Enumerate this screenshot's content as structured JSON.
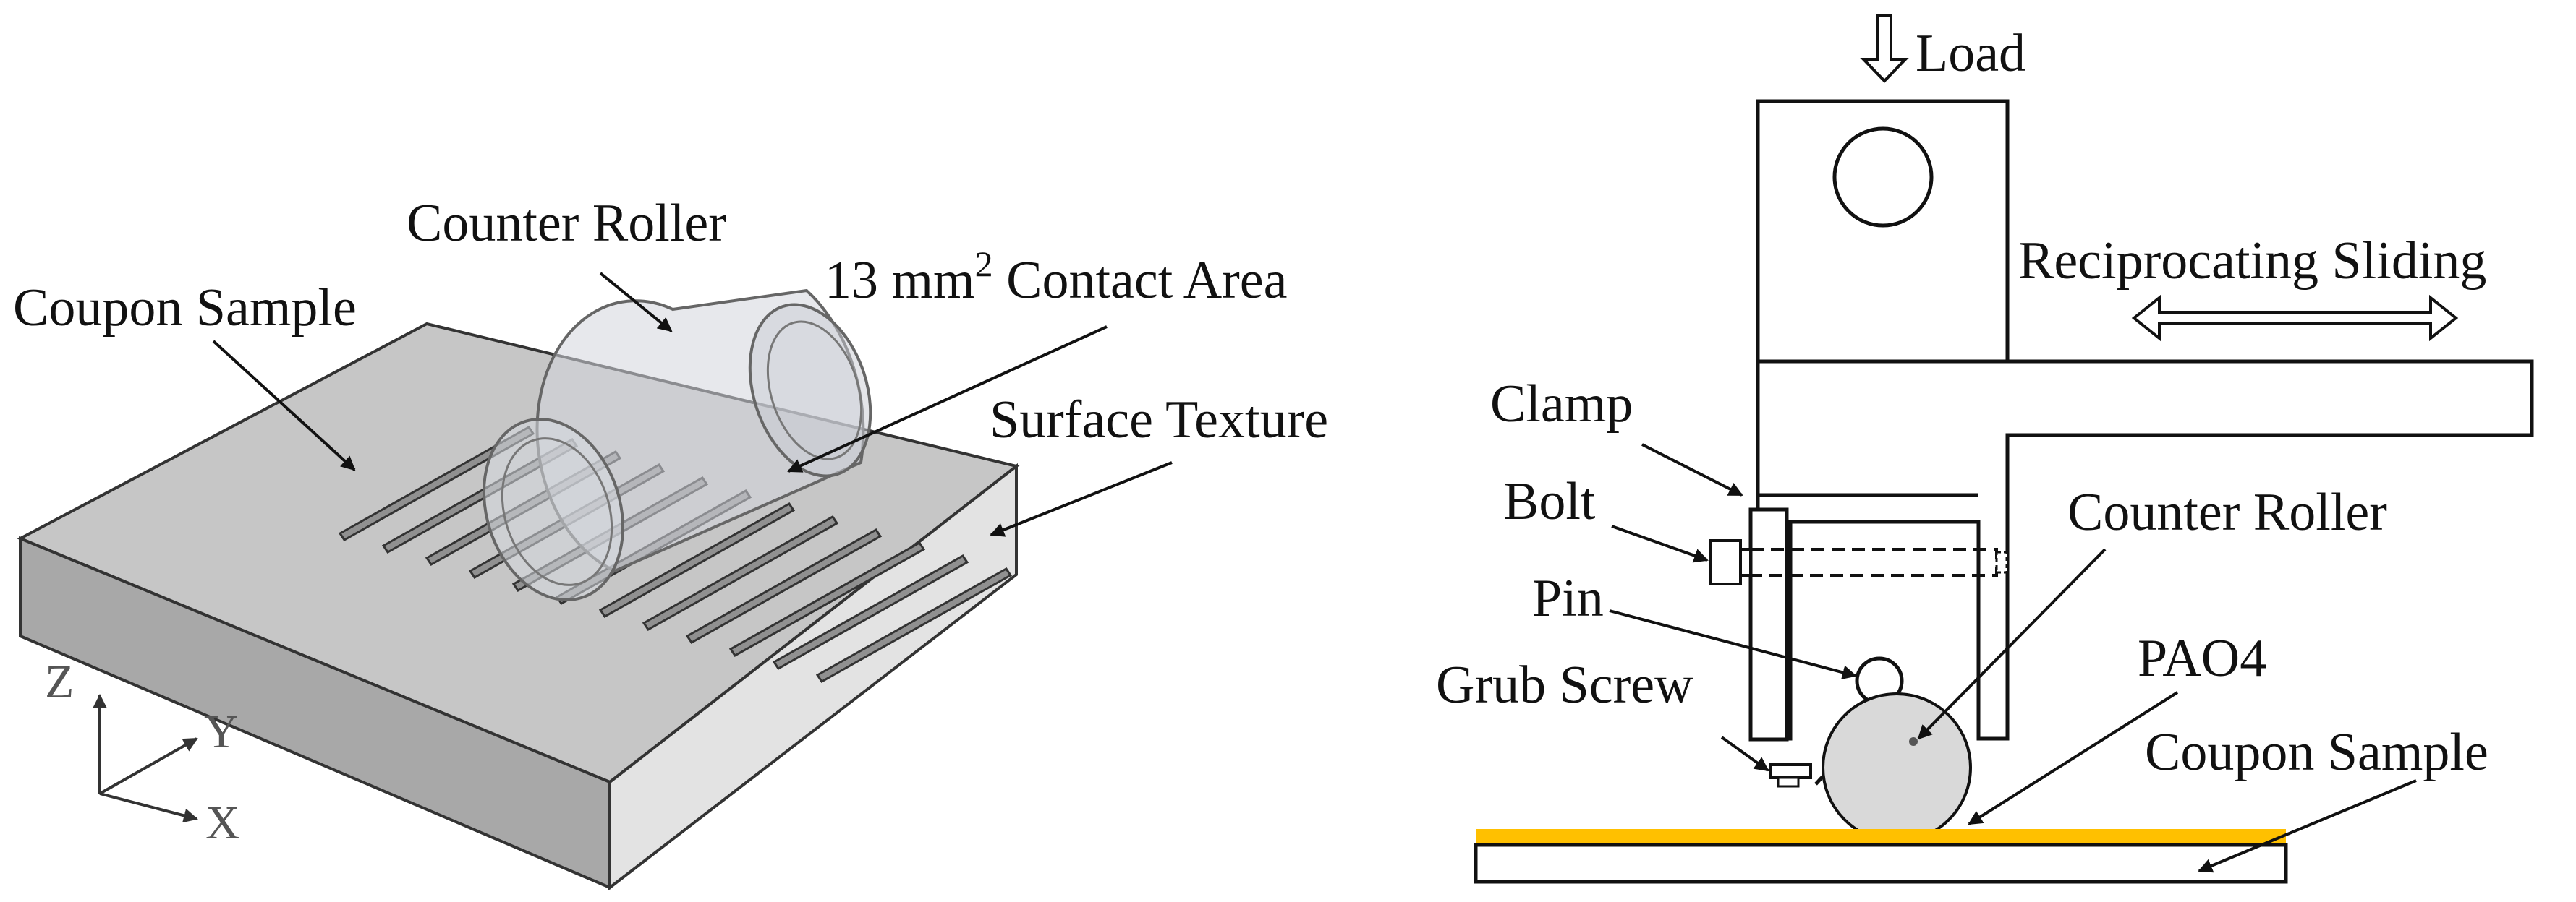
{
  "left_panel": {
    "labels": {
      "counter_roller": "Counter Roller",
      "coupon_sample": "Coupon Sample",
      "contact_area_prefix": "13 mm",
      "contact_area_sup": "2",
      "contact_area_suffix": " Contact Area",
      "surface_texture": "Surface Texture"
    },
    "axes": {
      "z": "Z",
      "y": "Y",
      "x": "X"
    }
  },
  "right_panel": {
    "labels": {
      "load": "Load",
      "reciprocating_sliding": "Reciprocating  Sliding",
      "clamp": "Clamp",
      "bolt": "Bolt",
      "pin": "Pin",
      "grub_screw": "Grub Screw",
      "counter_roller": "Counter Roller",
      "pao4": "PAO4",
      "coupon_sample": "Coupon Sample"
    },
    "colors": {
      "lubricant_layer": "#FFC000"
    }
  },
  "colors": {
    "plate_top": "#C6C6C6",
    "plate_front": "#A8A8A8",
    "plate_side": "#DDDDDD",
    "groove": "#8E8E8E",
    "roller_fill": "#D9D9D9",
    "line": "#111111"
  }
}
